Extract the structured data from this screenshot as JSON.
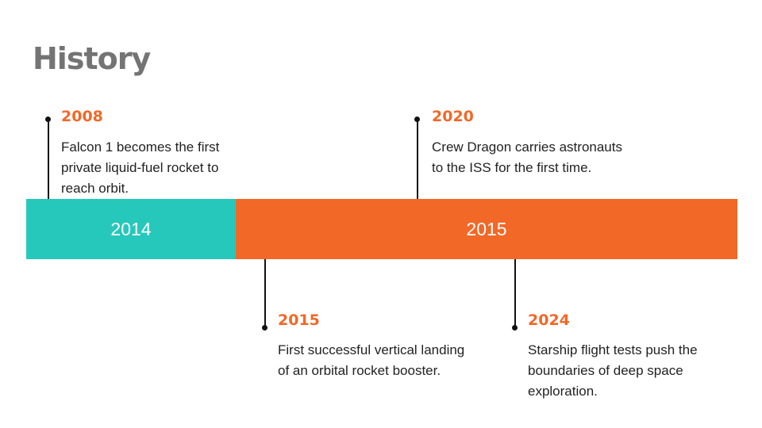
{
  "title": "History",
  "bars": [
    {
      "label": "2014",
      "color": "#26c8bc"
    },
    {
      "label": "2015",
      "color": "#f26827"
    }
  ],
  "events": [
    {
      "year": "2008",
      "text": "Falcon 1 becomes the first private liquid-fuel rocket to reach orbit."
    },
    {
      "year": "2020",
      "text": "Crew Dragon carries astronauts to the ISS for the first time."
    },
    {
      "year": "2015",
      "text": "First successful vertical landing of an orbital rocket booster."
    },
    {
      "year": "2024",
      "text": "Starship flight tests push the boundaries of deep space exploration."
    }
  ],
  "colors": {
    "accent": "#f26827",
    "teal": "#26c8bc",
    "title": "#747474"
  }
}
